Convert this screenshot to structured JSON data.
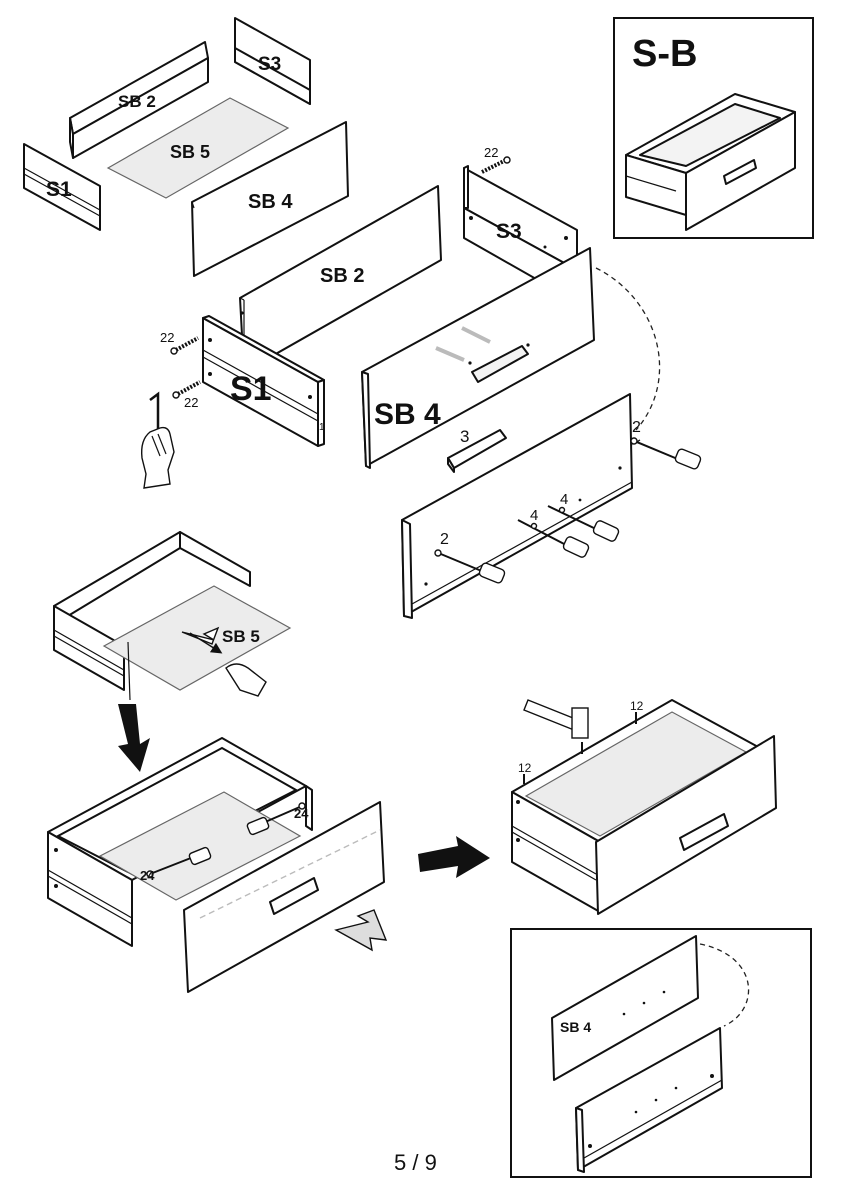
{
  "box_title": "S-B",
  "parts": {
    "s1": "S1",
    "s3": "S3",
    "sb2": "SB 2",
    "sb4": "SB 4",
    "sb5": "SB 5"
  },
  "hardware": {
    "screw_22": "22",
    "screw_24": "24",
    "nail_12": "12",
    "cam_2": "2",
    "handle_3": "3",
    "screw_4": "4",
    "one": "1"
  },
  "page_number": "5 / 9"
}
